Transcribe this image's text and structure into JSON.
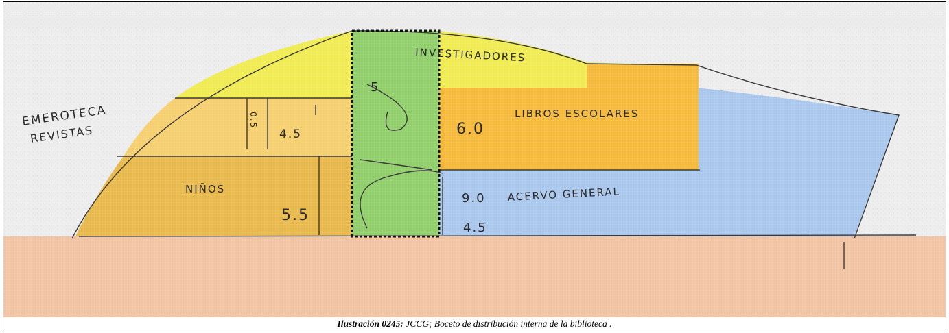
{
  "labels": {
    "emeroteca": "EMEROTECA",
    "revistas": "REVISTAS",
    "investigadores": "INVESTIGADORES",
    "libros_escolares": "LIBROS ESCOLARES",
    "ninos": "NIÑOS",
    "acervo_general": "ACERVO GENERAL"
  },
  "dimensions": {
    "circulation": "5",
    "libros_escolares": "6.0",
    "revistas_width": "4.5",
    "revistas_depth": "0.5",
    "ninos": "5.5",
    "acervo_top": "9.0",
    "acervo_bottom": "4.5"
  },
  "caption": {
    "label": "Ilustración 0245:",
    "text": " JCCG; Boceto de distribución interna de la biblioteca ."
  },
  "colors": {
    "yellow_zone": "#f0eb50",
    "orange_zone": "#f5b93a",
    "ochre_zone": "#e8b84a",
    "green_zone": "#8fce68",
    "blue_zone": "#a9c6ec",
    "ground_zone": "#f1c3a3",
    "pencil": "#2b2b2b"
  }
}
